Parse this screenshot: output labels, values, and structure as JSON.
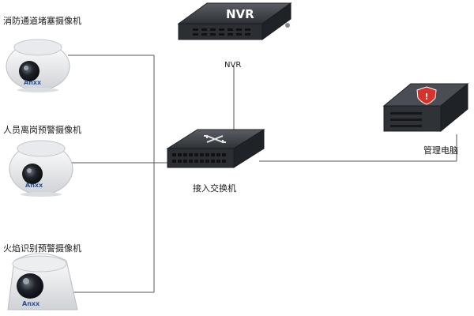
{
  "cameras": [
    {
      "label": "消防通道堵塞摄像机",
      "brand": "Anxx"
    },
    {
      "label": "人员离岗预警摄像机",
      "brand": "Anxx"
    },
    {
      "label": "火焰识别预警摄像机",
      "brand": "Anxx"
    }
  ],
  "nvr": {
    "face_text": "NVR",
    "label": "NVR"
  },
  "switch": {
    "label": "接入交换机"
  },
  "management_pc": {
    "label": "管理电脑"
  },
  "colors": {
    "wire": "#555555",
    "device_dark": "#3a3d42",
    "alert_red": "#d9312b"
  }
}
